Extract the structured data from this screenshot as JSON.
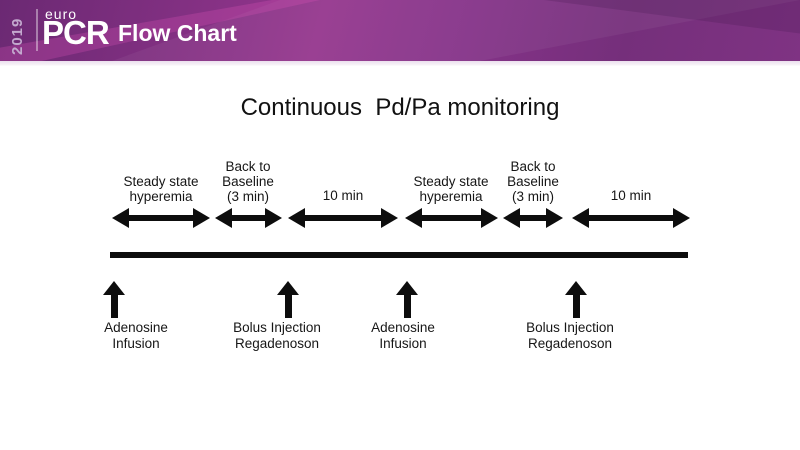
{
  "header": {
    "year": "2019",
    "logo": {
      "top": "euro",
      "main": "PCR"
    },
    "title": "Flow Chart"
  },
  "slide": {
    "title": "Continuous  Pd/Pa monitoring"
  },
  "timeline": {
    "phases": [
      {
        "lines": [
          "Steady state",
          "hyperemia"
        ]
      },
      {
        "lines": [
          "Back to",
          "Baseline",
          "(3 min)"
        ]
      },
      {
        "lines": [
          "10 min"
        ]
      },
      {
        "lines": [
          "Steady state",
          "hyperemia"
        ]
      },
      {
        "lines": [
          "Back to",
          "Baseline",
          "(3 min)"
        ]
      },
      {
        "lines": [
          "10 min"
        ]
      }
    ],
    "events": [
      {
        "lines": [
          "Adenosine",
          "Infusion"
        ]
      },
      {
        "lines": [
          "Bolus Injection",
          "Regadenoson"
        ]
      },
      {
        "lines": [
          "Adenosine",
          "Infusion"
        ]
      },
      {
        "lines": [
          "Bolus Injection",
          "Regadenoson"
        ]
      }
    ]
  },
  "colors": {
    "header_base": "#7c2f80",
    "header_dark": "#6b2973",
    "header_magenta": "#95368e",
    "header_year_text": "#c3a9ce",
    "header_text": "#ffffff",
    "divider_strip": "#ecdfee",
    "diagram_ink": "#0d0d0d",
    "body_bg": "#ffffff"
  }
}
